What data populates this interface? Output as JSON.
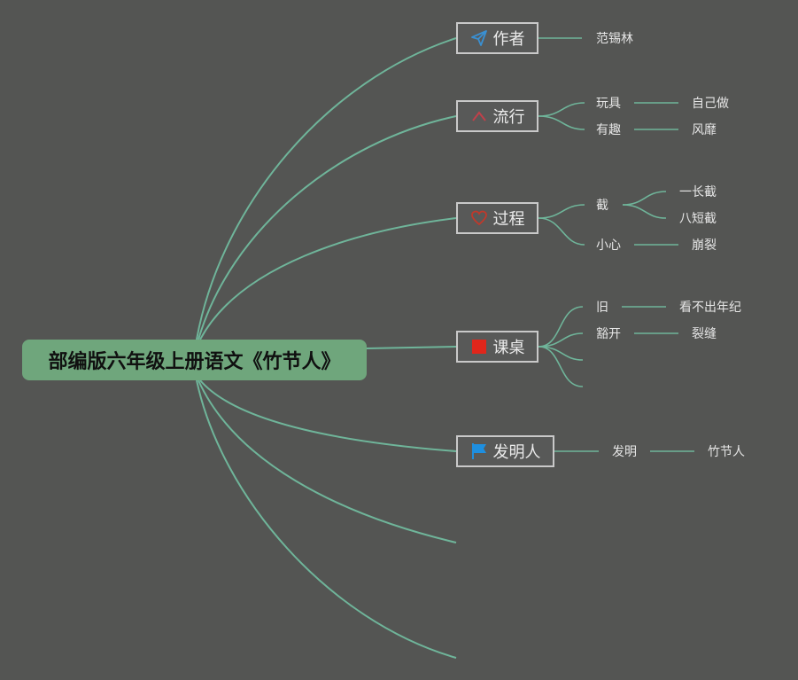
{
  "root": {
    "label": "部编版六年级上册语文《竹节人》"
  },
  "branches": [
    {
      "label": "作者",
      "icon": "paper-plane-icon",
      "icon_color": "#3a8fd1",
      "children": [
        {
          "label": "范锡林"
        }
      ]
    },
    {
      "label": "流行",
      "icon": "chevron-up-icon",
      "icon_color": "#c0404a",
      "children": [
        {
          "label": "玩具",
          "children": [
            {
              "label": "自己做"
            }
          ]
        },
        {
          "label": "有趣",
          "children": [
            {
              "label": "风靡"
            }
          ]
        }
      ]
    },
    {
      "label": "过程",
      "icon": "heart-icon",
      "icon_color": "#c0392b",
      "children": [
        {
          "label": "截",
          "children": [
            {
              "label": "一长截"
            },
            {
              "label": "八短截"
            }
          ]
        },
        {
          "label": "小心",
          "children": [
            {
              "label": "崩裂"
            }
          ]
        }
      ]
    },
    {
      "label": "课桌",
      "icon": "red-square-icon",
      "icon_color": "#e0261b",
      "children": [
        {
          "label": "旧",
          "children": [
            {
              "label": "看不出年纪"
            }
          ]
        },
        {
          "label": "豁开",
          "children": [
            {
              "label": "裂缝"
            }
          ]
        },
        {
          "label": ""
        },
        {
          "label": ""
        }
      ]
    },
    {
      "label": "发明人",
      "icon": "blue-flag-icon",
      "icon_color": "#1e8fe0",
      "children": [
        {
          "label": "发明",
          "children": [
            {
              "label": "竹节人"
            }
          ]
        }
      ]
    },
    {
      "label": ""
    },
    {
      "label": ""
    }
  ]
}
